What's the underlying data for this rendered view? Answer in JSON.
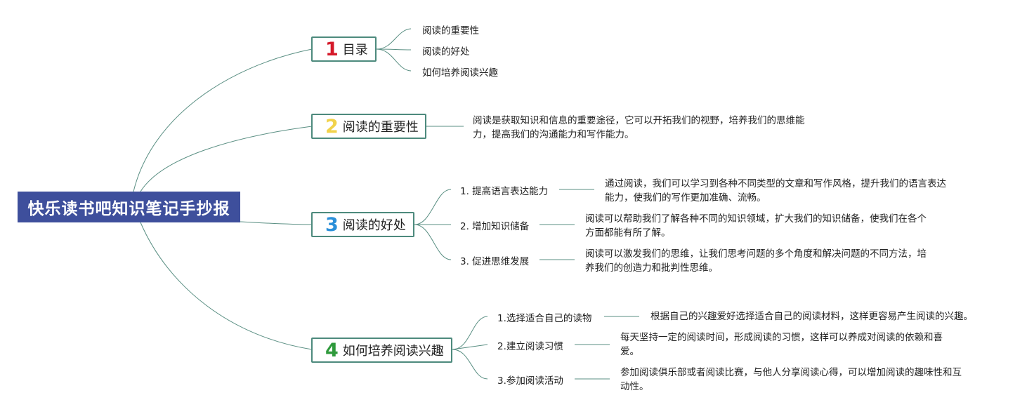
{
  "root": {
    "title": "快乐读书吧知识笔记手抄报"
  },
  "branches": [
    {
      "num": "1",
      "label": "目录",
      "items": [
        {
          "label": "阅读的重要性"
        },
        {
          "label": "阅读的好处"
        },
        {
          "label": "如何培养阅读兴趣"
        }
      ]
    },
    {
      "num": "2",
      "label": "阅读的重要性",
      "desc": "阅读是获取知识和信息的重要途径，它可以开拓我们的视野，培养我们的思维能力，提高我们的沟通能力和写作能力。"
    },
    {
      "num": "3",
      "label": "阅读的好处",
      "items": [
        {
          "label": "1. 提高语言表达能力",
          "desc": "通过阅读，我们可以学习到各种不同类型的文章和写作风格，提升我们的语言表达能力，使我们的写作更加准确、流畅。"
        },
        {
          "label": "2. 增加知识储备",
          "desc": "阅读可以帮助我们了解各种不同的知识领域，扩大我们的知识储备，使我们在各个方面都能有所了解。"
        },
        {
          "label": "3. 促进思维发展",
          "desc": "阅读可以激发我们的思维，让我们思考问题的多个角度和解决问题的不同方法，培养我们的创造力和批判性思维。"
        }
      ]
    },
    {
      "num": "4",
      "label": "如何培养阅读兴趣",
      "items": [
        {
          "label": "1.选择适合自己的读物",
          "desc": "根据自己的兴趣爱好选择适合自己的阅读材料，这样更容易产生阅读的兴趣。"
        },
        {
          "label": "2.建立阅读习惯",
          "desc": "每天坚持一定的阅读时间，形成阅读的习惯，这样可以养成对阅读的依赖和喜爱。"
        },
        {
          "label": "3.参加阅读活动",
          "desc": "参加阅读俱乐部或者阅读比赛，与他人分享阅读心得，可以增加阅读的趣味性和互动性。"
        }
      ]
    }
  ]
}
